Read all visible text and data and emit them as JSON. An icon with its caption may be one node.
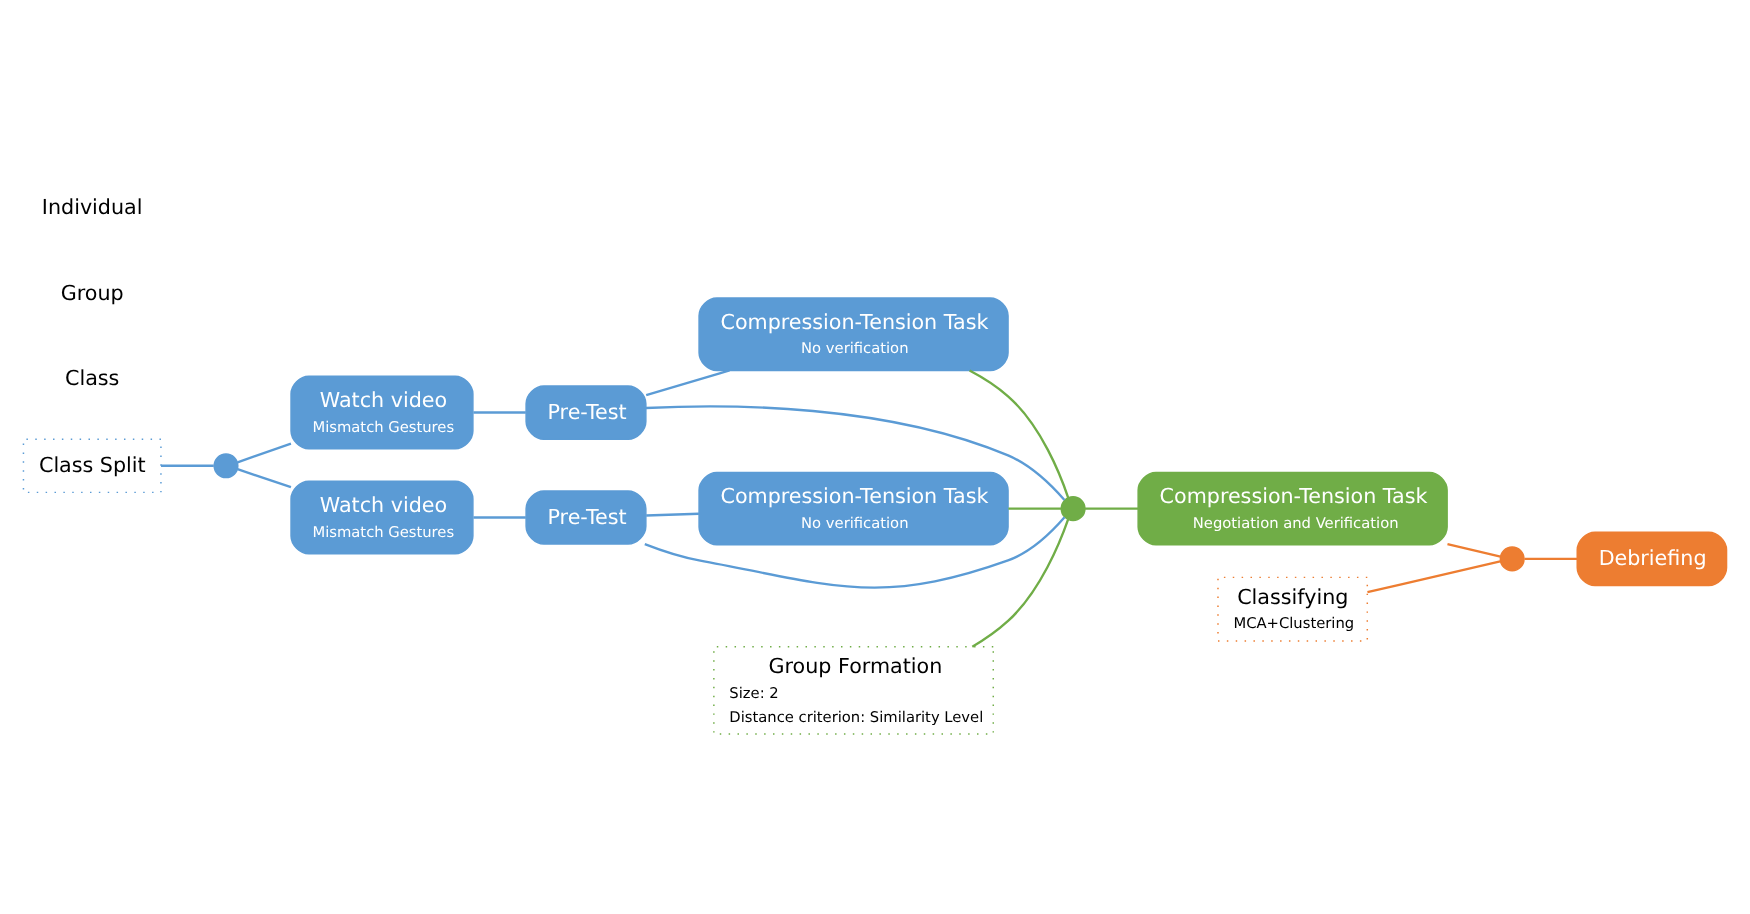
{
  "diagram": {
    "nodes": [
      {
        "text": [
          "Class Split"
        ]
      },
      {
        "text": [],
        "shape": "circle"
      },
      {
        "text": [
          "Watch video",
          "Mismatch Gestures"
        ]
      },
      {
        "text": [
          "Pre-Test"
        ]
      },
      {
        "text": [
          "Compression-Tension Task",
          "No verification"
        ]
      },
      {
        "text": [
          "Watch video",
          "Mismatch Gestures"
        ]
      },
      {
        "text": [
          "Pre-Test"
        ]
      },
      {
        "text": [
          "Compression-Tension Task",
          "No verification"
        ]
      },
      {
        "text": [
          "Group Formation",
          "Size: 2",
          "Distance criterion: Similarity Level"
        ]
      },
      {
        "text": [],
        "shape": "circle"
      },
      {
        "text": [
          "Compression-Tension Task",
          "Negotiation and Verification"
        ]
      },
      {
        "text": [
          "Classifying",
          "MCA+Clustering"
        ]
      },
      {
        "text": [],
        "shape": "circle"
      },
      {
        "text": [
          "Debriefing"
        ]
      }
    ],
    "edges": [
      {
        "from": 0,
        "to": 1,
        "arrow": "none"
      },
      {
        "from": 1,
        "to": 2,
        "arrow": "none"
      },
      {
        "from": 1,
        "to": 5,
        "arrow": "none"
      },
      {
        "from": 2,
        "to": 3,
        "arrow": "none"
      },
      {
        "from": 3,
        "to": 4,
        "arrow": "none"
      },
      {
        "from": 5,
        "to": 6,
        "arrow": "none"
      },
      {
        "from": 6,
        "to": 7,
        "arrow": "none"
      },
      {
        "from": 3,
        "to": 9,
        "arrow": "none"
      },
      {
        "from": 4,
        "to": 9,
        "arrow": "none",
        "color": "#70ad47"
      },
      {
        "from": 6,
        "to": 9,
        "arrow": "none"
      },
      {
        "from": 7,
        "to": 9,
        "arrow": "none",
        "color": "#70ad47"
      },
      {
        "from": 8,
        "to": 9,
        "arrow": "none",
        "color": "#70ad47"
      },
      {
        "from": 9,
        "to": 10,
        "arrow": "none",
        "color": "#70ad47"
      },
      {
        "from": 10,
        "to": 12,
        "arrow": "none",
        "color": "#ed7d31"
      },
      {
        "from": 11,
        "to": 12,
        "arrow": "none",
        "color": "#ed7d31"
      },
      {
        "from": 12,
        "to": 13,
        "arrow": "none",
        "color": "#ed7d31"
      }
    ],
    "labels": [
      "Class",
      "Group",
      "Individual"
    ]
  }
}
